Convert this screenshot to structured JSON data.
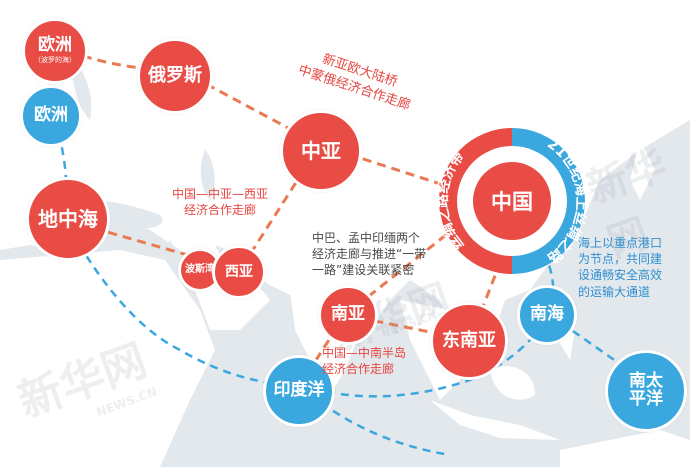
{
  "nodes": {
    "europe_baltic": {
      "label": "欧洲",
      "sub": "（波罗的海）",
      "color": "#e94b45"
    },
    "russia": {
      "label": "俄罗斯",
      "color": "#e94b45"
    },
    "europe": {
      "label": "欧洲",
      "color": "#3aa7de"
    },
    "mediterranean": {
      "label": "地中海",
      "color": "#e94b45"
    },
    "central_asia": {
      "label": "中亚",
      "color": "#e94b45"
    },
    "persian_gulf": {
      "label": "波斯湾",
      "color": "#e94b45"
    },
    "west_asia": {
      "label": "西亚",
      "color": "#e94b45"
    },
    "south_asia": {
      "label": "南亚",
      "color": "#e94b45"
    },
    "southeast_asia": {
      "label": "东南亚",
      "color": "#e94b45"
    },
    "indian_ocean": {
      "label": "印度洋",
      "color": "#3aa7de"
    },
    "south_china_sea": {
      "label": "南海",
      "color": "#3aa7de"
    },
    "south_pacific": {
      "label": "南太\n平洋",
      "color": "#3aa7de"
    },
    "china": {
      "label": "中国",
      "color": "#e94b45"
    }
  },
  "ring": {
    "land_belt": "丝绸之路经济带",
    "sea_road": "21世纪海上丝绸之路"
  },
  "annotations": {
    "new_eurasian": "新亚欧大陆桥\n中蒙俄经济合作走廊",
    "china_central_west": "中国—中亚—西亚\n经济合作走廊",
    "bcim": "中巴、孟中印缅两个\n经济走廊与推进“一带\n一路”建设关联紧密",
    "china_indochina": "中国—中南半岛\n经济合作走廊",
    "maritime": "海上以重点港口\n为节点，共同建\n设通畅安全高效\n的运输大通道"
  },
  "watermark": {
    "brand": "新华网",
    "url": "NEWS.CN"
  },
  "colors": {
    "red": "#e94b45",
    "blue": "#3aa7de",
    "land": "#ffffff",
    "sea": "#e3e8ed"
  }
}
